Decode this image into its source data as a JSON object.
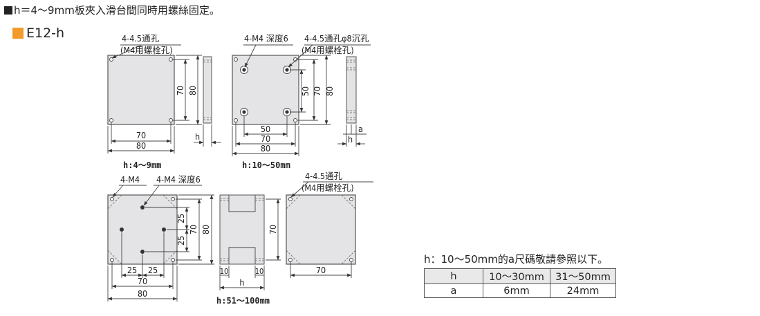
{
  "header_note": "h＝4～9mm板夾入滑台間同時用螺絲固定。",
  "model": "E12-h",
  "accent_color": "#f39a2c",
  "views": {
    "v1": {
      "hole_note_1": "4-4.5通孔",
      "hole_note_2": "(M4用螺栓孔)",
      "dim_70_v": "70",
      "dim_80_v": "80",
      "dim_70_h": "70",
      "dim_80_h": "80",
      "dim_h": "h",
      "label": "h:4～9mm"
    },
    "v2": {
      "tap_note": "4-M4 深度6",
      "hole_note_1": "4-4.5通孔φ8沉孔",
      "hole_note_2": "(M4用螺栓孔)",
      "dim_50_v": "50",
      "dim_70_v": "70",
      "dim_80_v": "80",
      "dim_50_h": "50",
      "dim_70_h": "70",
      "dim_80_h": "80",
      "dim_a": "a",
      "dim_h": "h",
      "label": "h:10～50mm"
    },
    "v3": {
      "tap_note_1": "4-M4",
      "tap_note_2": "4-M4 深度6",
      "dim_25_v1": "25",
      "dim_25_v2": "25",
      "dim_70_v": "70",
      "dim_80_v": "80",
      "dim_25_h1": "25",
      "dim_25_h2": "25",
      "dim_70_h": "70",
      "dim_80_h": "80",
      "side_70": "70",
      "side_10_l": "10",
      "side_10_r": "10",
      "dim_h": "h",
      "label": "h:51～100mm",
      "hole_note_1": "4-4.5通孔",
      "hole_note_2": "(M4用螺栓孔)",
      "dim_70_bottom": "70"
    }
  },
  "table": {
    "caption": "h：10～50mm的a尺碼敬請參照以下。",
    "headers": [
      "h",
      "10～30mm",
      "31～50mm"
    ],
    "row": [
      "a",
      "6mm",
      "24mm"
    ]
  }
}
